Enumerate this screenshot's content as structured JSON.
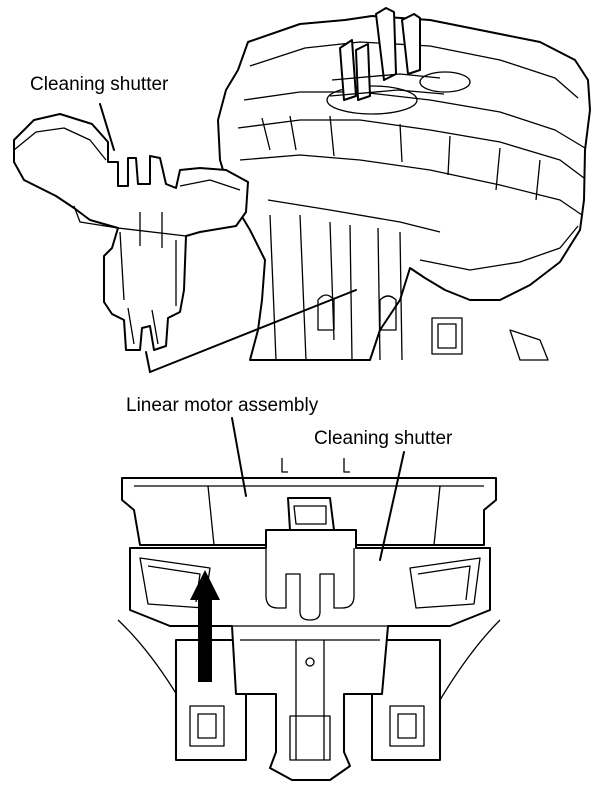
{
  "labels": {
    "top_cleaning_shutter": "Cleaning shutter",
    "linear_motor_assembly": "Linear motor assembly",
    "bottom_cleaning_shutter": "Cleaning shutter"
  }
}
